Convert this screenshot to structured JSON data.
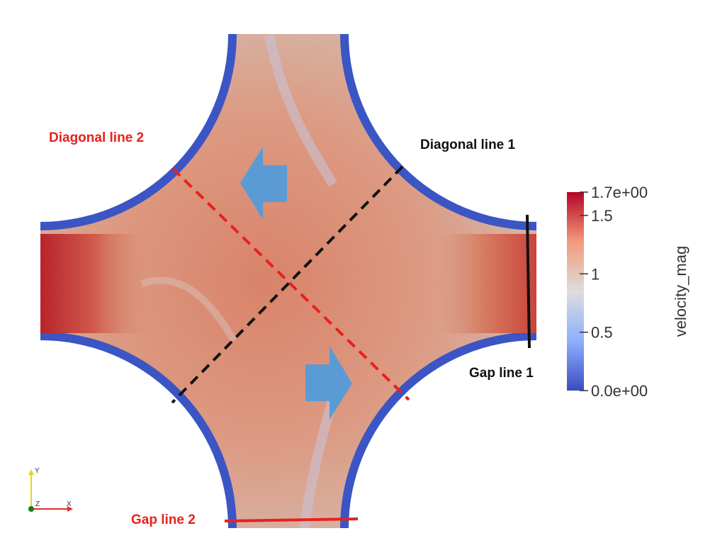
{
  "annotations": {
    "diagonal_line_2": "Diagonal line 2",
    "diagonal_line_1": "Diagonal line 1",
    "gap_line_1": "Gap line 1",
    "gap_line_2": "Gap line 2"
  },
  "colorbar": {
    "title": "velocity_mag",
    "max_label": "1.7e+00",
    "min_label": "0.0e+00",
    "range": [
      0.0,
      1.7
    ],
    "ticks": [
      {
        "value": 1.7,
        "label": "1.7e+00"
      },
      {
        "value": 1.5,
        "label": "1.5"
      },
      {
        "value": 1.0,
        "label": "1"
      },
      {
        "value": 0.5,
        "label": "0.5"
      },
      {
        "value": 0.0,
        "label": "0.0e+00"
      }
    ],
    "colormap": [
      "#3b4cc0",
      "#dddddd",
      "#b40426"
    ]
  },
  "axes_triad": {
    "y": "Y",
    "z": "Z",
    "x": "X"
  },
  "colors": {
    "red_line": "#e8211d",
    "black_line": "#111111",
    "arrow": "#5b9bd5",
    "core": "#d98b70",
    "wall": "#3b55c4"
  },
  "icons": {
    "flow_arrow": "arrow-shape",
    "axes": "axes-triad"
  }
}
